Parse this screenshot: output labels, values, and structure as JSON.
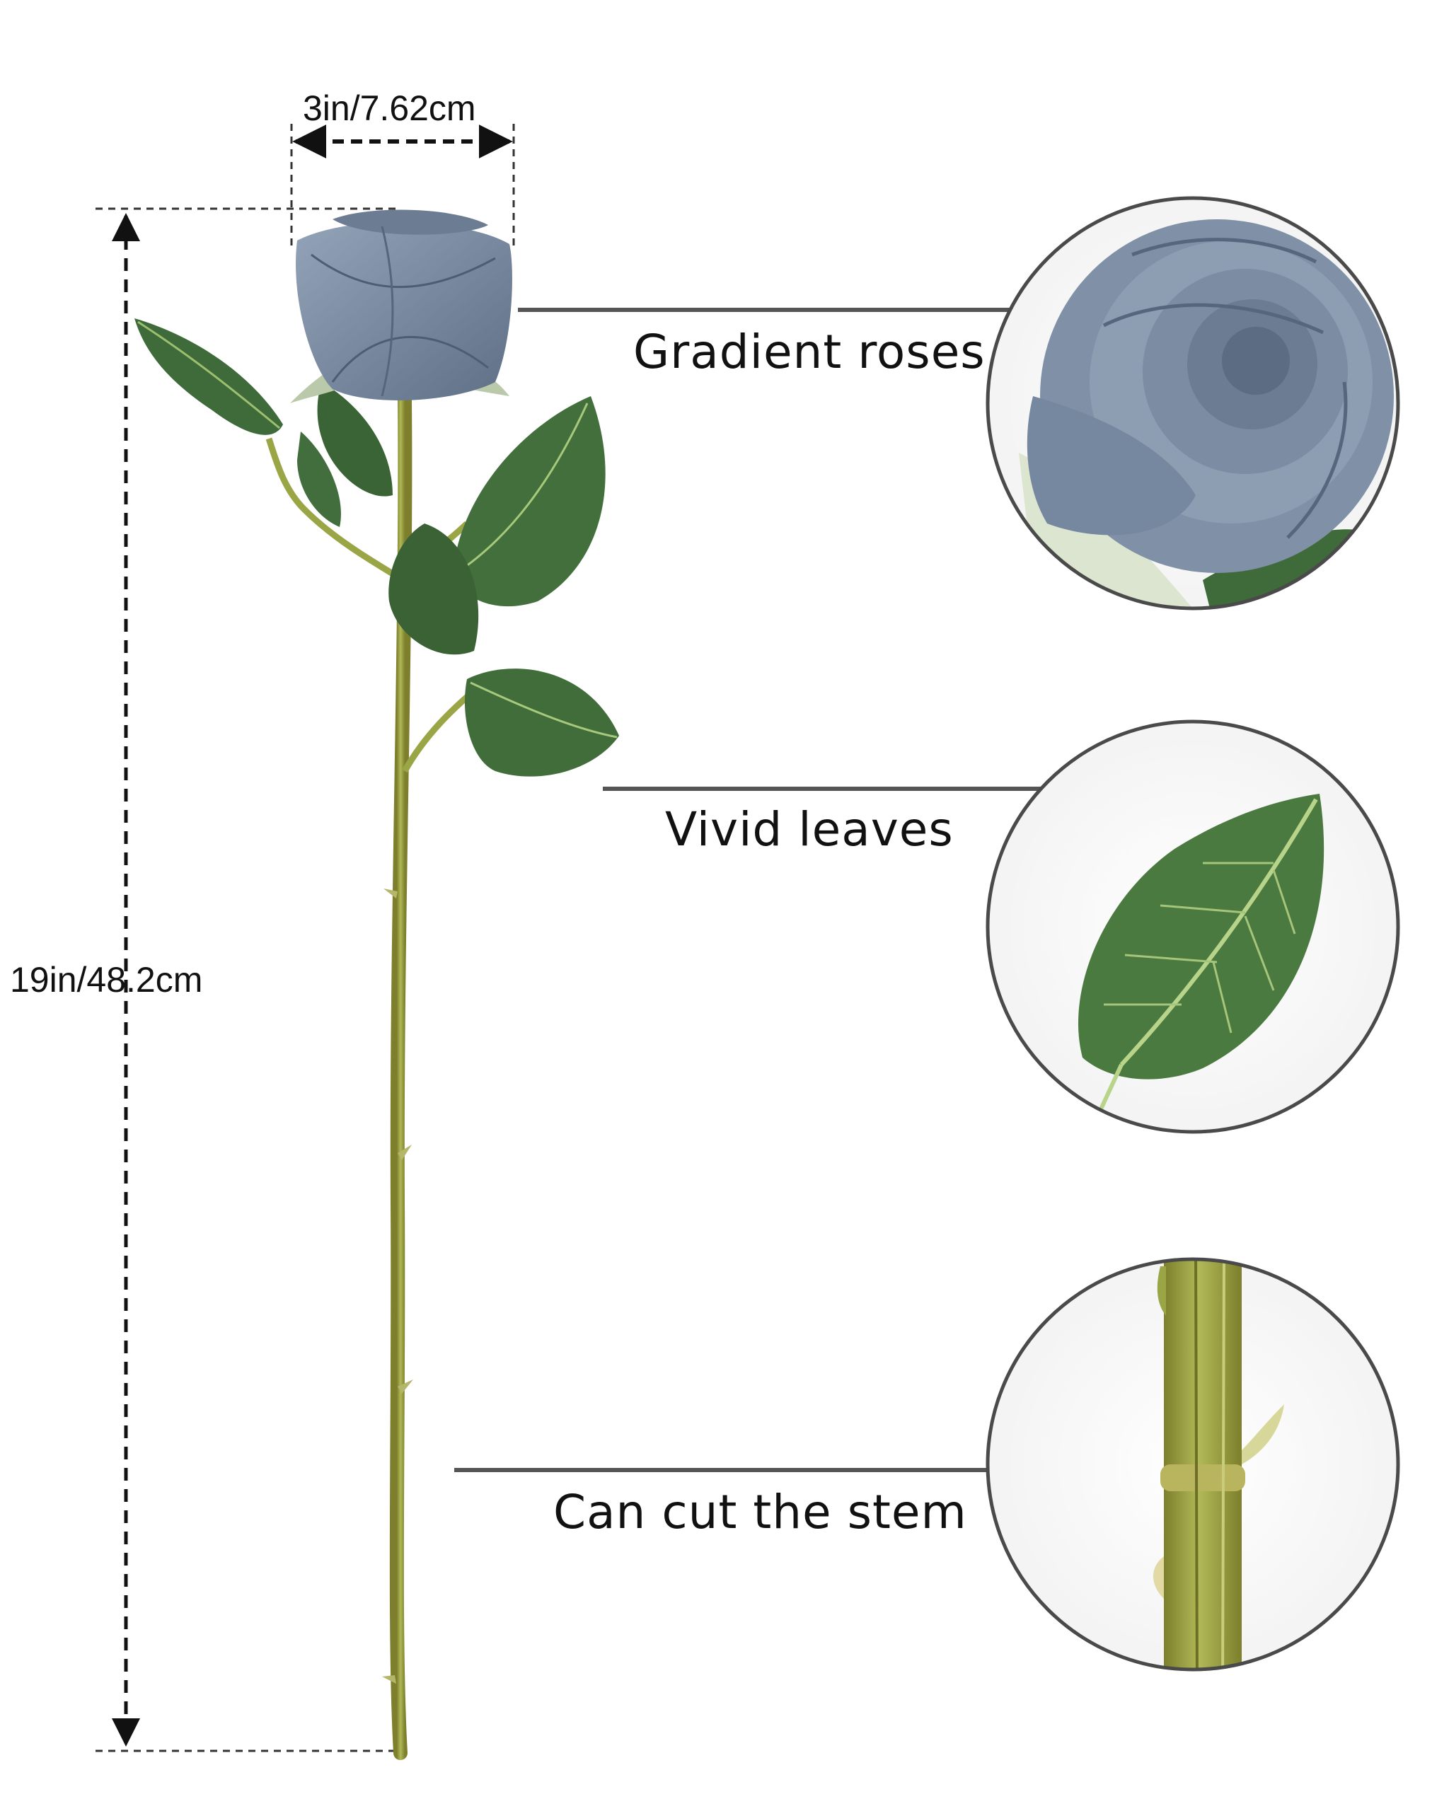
{
  "dimensions": {
    "width_label": "3in/7.62cm",
    "height_label": "19in/48.2cm"
  },
  "features": [
    {
      "label": "Gradient roses",
      "detail": "rose-bloom-closeup"
    },
    {
      "label": "Vivid leaves",
      "detail": "leaf-closeup"
    },
    {
      "label": "Can cut the stem",
      "detail": "stem-closeup"
    }
  ],
  "colors": {
    "petal": "#7d8fa6",
    "petal_dark": "#5f6f86",
    "leaf": "#3f6a3a",
    "leaf_vein": "#b8d48a",
    "stem": "#9aa545",
    "stem_dark": "#7d7f2c",
    "line": "#555555",
    "circle_border": "#4a4a4a"
  }
}
